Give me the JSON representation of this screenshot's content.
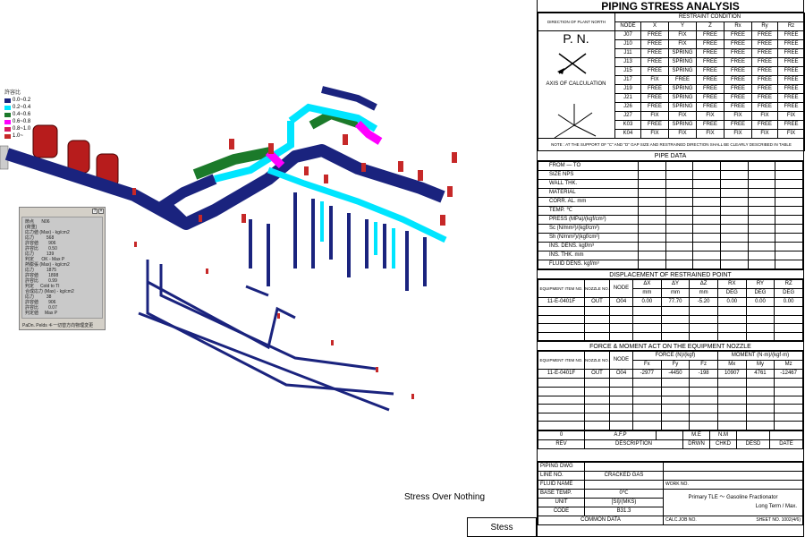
{
  "caption": "Stress Over Nothing",
  "stess_label": "Stess",
  "legend": {
    "title": "許容比",
    "items": [
      {
        "label": "0.0~0.2",
        "color": "#1a237e"
      },
      {
        "label": "0.2~0.4",
        "color": "#00e5ff"
      },
      {
        "label": "0.4~0.6",
        "color": "#1b7a2a"
      },
      {
        "label": "0.6~0.8",
        "color": "#ff00ff"
      },
      {
        "label": "0.8~1.0",
        "color": "#d81b60"
      },
      {
        "label": "1.0~",
        "color": "#c62828"
      }
    ]
  },
  "info_pane": {
    "lines": "節点      N06\n(荷重)\n応力値 (Max) - kg/cm2\n応力          568\n許容値        906\n許容比        0.50\n応力          139\n判定      OK - Max P\n熱膨張 (Max) - kg/cm2\n応力          1875\n許容値        1898\n許容比        0.99\n判定     Cold to TI\n合成応力 (Max) - kg/cm2\n応力          38\n許容値        906\n許容比        0.07\n判定値     Max P",
    "footer": "PaDn. Pelds キー切替方向物理変更"
  },
  "sheet": {
    "title": "PIPING STRESS ANALYSIS",
    "direction_label": "DIRECTION OF PLANT NORTH",
    "pn_label": "P. N.",
    "axis_label": "AXIS OF CALCULATION",
    "restraint_title": "RESTRAINT CONDITION",
    "restraint_headers": [
      "NODE",
      "X",
      "Y",
      "Z",
      "Rx",
      "Ry",
      "Rz"
    ],
    "restraints": [
      [
        "J07",
        "FREE",
        "FIX",
        "FREE",
        "FREE",
        "FREE",
        "FREE"
      ],
      [
        "J10",
        "FREE",
        "FIX",
        "FREE",
        "FREE",
        "FREE",
        "FREE"
      ],
      [
        "J11",
        "FREE",
        "SPRING",
        "FREE",
        "FREE",
        "FREE",
        "FREE"
      ],
      [
        "J13",
        "FREE",
        "SPRING",
        "FREE",
        "FREE",
        "FREE",
        "FREE"
      ],
      [
        "J15",
        "FREE",
        "SPRING",
        "FREE",
        "FREE",
        "FREE",
        "FREE"
      ],
      [
        "J17",
        "FIX",
        "FREE",
        "FREE",
        "FREE",
        "FREE",
        "FREE"
      ],
      [
        "J19",
        "FREE",
        "SPRING",
        "FREE",
        "FREE",
        "FREE",
        "FREE"
      ],
      [
        "J21",
        "FREE",
        "SPRING",
        "FREE",
        "FREE",
        "FREE",
        "FREE"
      ],
      [
        "J26",
        "FREE",
        "SPRING",
        "FREE",
        "FREE",
        "FREE",
        "FREE"
      ],
      [
        "J27",
        "FIX",
        "FIX",
        "FIX",
        "FIX",
        "FIX",
        "FIX"
      ],
      [
        "K03",
        "FREE",
        "SPRING",
        "FREE",
        "FREE",
        "FREE",
        "FREE"
      ],
      [
        "K04",
        "FIX",
        "FIX",
        "FIX",
        "FIX",
        "FIX",
        "FIX"
      ]
    ],
    "note": "NOTE : AT THE SUPPORT OF \"C\" AND \"D\" GAP SIZE AND RESTRAINED DIRECTION SHALL BE CLEARLY DESCRIBED IN TABLE",
    "pipe_title": "PIPE DATA",
    "pipe_rows": [
      "FROM  —  TO",
      "SIZE     NPS",
      "WALL THK.",
      "MATERIAL",
      "CORR. AL.   mm",
      "TEMP.      ℃",
      "PRESS (MPa)/(kgf/cm²)",
      "Sc  (N/mm²)/(kgf/cm²)",
      "Sh  (N/mm²)/(kgf/cm²)",
      "INS. DENS. kgf/m³",
      "INS. THK.   mm",
      "FLUID DENS. kgf/m³"
    ],
    "disp_title": "DISPLACEMENT OF RESTRAINED POINT",
    "disp_headers": [
      "EQUIPMENT ITEM NO.",
      "NOZZLE NO.",
      "NODE",
      "ΔX",
      "ΔY",
      "ΔZ",
      "RX",
      "RY",
      "RZ"
    ],
    "disp_units": [
      "mm",
      "mm",
      "mm",
      "DEG",
      "DEG",
      "DEG"
    ],
    "disp_row": [
      "11-E-0401F",
      "OUT",
      "O04",
      "0.00",
      "77.70",
      "-5.20",
      "0.00",
      "0.00",
      "0.00"
    ],
    "force_title": "FORCE & MOMENT ACT ON THE EQUIPMENT NOZZLE",
    "force_headers": [
      "EQUIPMENT ITEM NO.",
      "NOZZLE NO.",
      "NODE",
      "FORCE (N)/(kgf)",
      "MOMENT (N·m)/(kgf·m)"
    ],
    "force_sub": [
      "Fx",
      "Fy",
      "Fz",
      "Mx",
      "My",
      "Mz"
    ],
    "force_row": [
      "11-E-0401F",
      "OUT",
      "O04",
      "-2977",
      "-4450",
      "-198",
      "10907",
      "4761",
      "-12467"
    ],
    "rev_row": [
      "0",
      "A.F.P",
      "",
      "M.E",
      "N.M",
      "",
      ""
    ],
    "rev_headers": [
      "REV",
      "DESCRIPTION",
      "DRWN",
      "CHKD",
      "DESD",
      "DATE"
    ],
    "piping_dwg": "PIPING DWG",
    "line_no_label": "LINE NO.",
    "line_no": "CRACKED GAS",
    "fluid_label": "FLUID NAME",
    "base_temp_label": "BASE TEMP.",
    "base_temp": "0℃",
    "unit_label": "UNIT",
    "unit": "[SI]/(MKS)",
    "code_label": "CODE",
    "code": "B31.3",
    "common_data": "COMMON DATA",
    "work_no": "WORK NO.",
    "desc1": "Primary TLE ～ Gasoline Fractionator",
    "desc2": "Long Term / Max.",
    "calc_job": "CALC.JOB NO.",
    "sheet_no": "SHEET NO. 1002(4/6)"
  }
}
